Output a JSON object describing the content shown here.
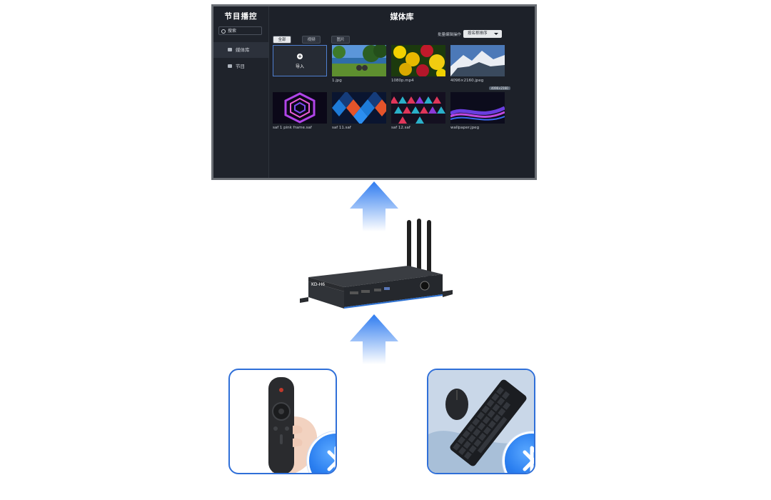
{
  "app": {
    "title": "节目播控",
    "search_placeholder": "搜索",
    "nav": [
      {
        "label": "媒体库",
        "icon": "camera-icon",
        "active": true
      },
      {
        "label": "节目",
        "icon": "trash-icon",
        "active": false
      }
    ]
  },
  "main": {
    "title": "媒体库",
    "tabs": [
      "全部",
      "视频",
      "图片"
    ],
    "batch_label": "批量编辑操作",
    "sort_label": "按名称排序"
  },
  "media": [
    {
      "name": "",
      "is_import": true,
      "import_label": "导入"
    },
    {
      "name": "1.jpg"
    },
    {
      "name": "1080p.mp4"
    },
    {
      "name": "4096×2160.jpeg",
      "badge": "4096×2160"
    },
    {
      "name": "saf 1 pink frame.saf"
    },
    {
      "name": "saf 11.saf"
    },
    {
      "name": "saf 12.saf"
    },
    {
      "name": "wallpaper.jpeg"
    }
  ],
  "device": {
    "label": "KD-H6"
  },
  "colors": {
    "accent": "#2f6fd8",
    "screen_bg": "#1d2129",
    "arrow": "#2f7cf0"
  }
}
